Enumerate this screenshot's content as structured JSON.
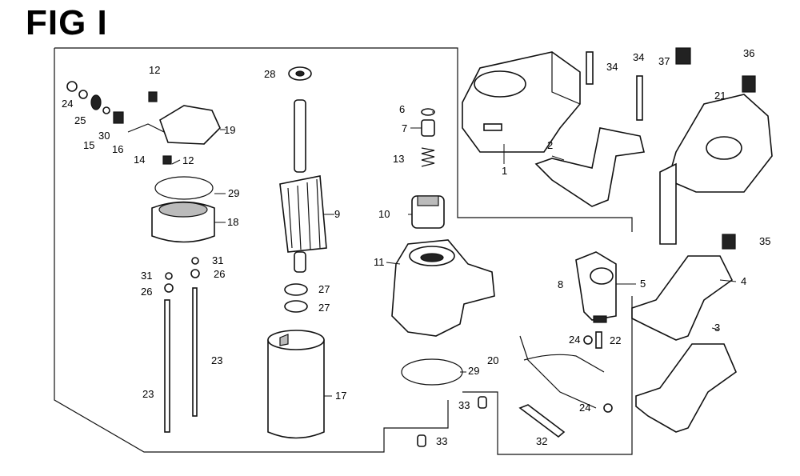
{
  "figure": {
    "title": "FIG I"
  },
  "callouts": {
    "c1": "1",
    "c2": "2",
    "c3": "3",
    "c4": "4",
    "c5": "5",
    "c6": "6",
    "c7": "7",
    "c8": "8",
    "c9": "9",
    "c10": "10",
    "c11": "11",
    "c12a": "12",
    "c12b": "12",
    "c13": "13",
    "c14": "14",
    "c15": "15",
    "c16": "16",
    "c17": "17",
    "c18": "18",
    "c19": "19",
    "c20": "20",
    "c21": "21",
    "c22": "22",
    "c23a": "23",
    "c23b": "23",
    "c24a": "24",
    "c24b": "24",
    "c24c": "24",
    "c25": "25",
    "c26a": "26",
    "c26b": "26",
    "c27a": "27",
    "c27b": "27",
    "c28": "28",
    "c29a": "29",
    "c29b": "29",
    "c30": "30",
    "c31a": "31",
    "c31b": "31",
    "c32": "32",
    "c33a": "33",
    "c33b": "33",
    "c34a": "34",
    "c34b": "34",
    "c35": "35",
    "c36": "36",
    "c37": "37"
  }
}
